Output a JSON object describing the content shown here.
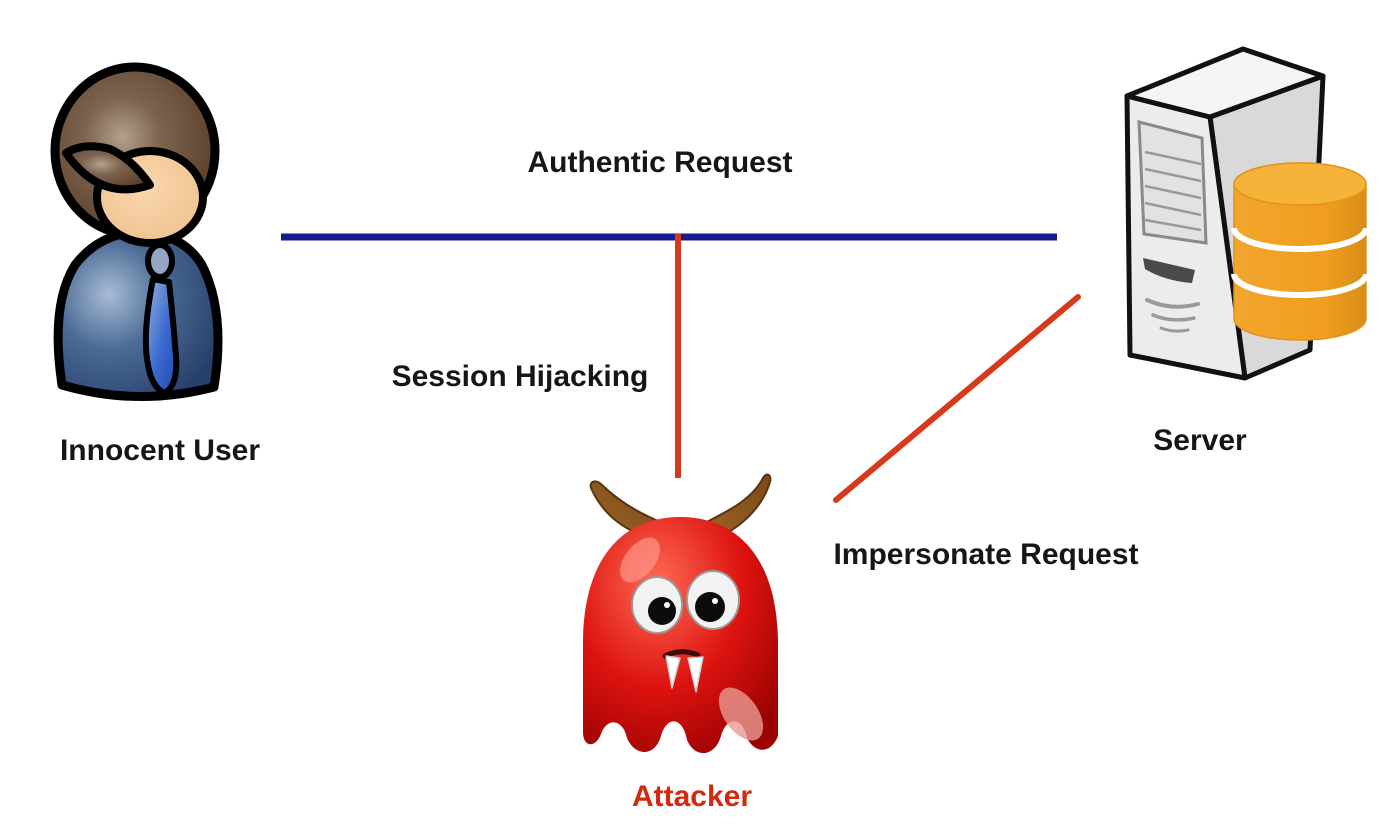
{
  "diagram": {
    "nodes": {
      "innocent_user": {
        "label": "Innocent User",
        "icon": "business-user-icon"
      },
      "server": {
        "label": "Server",
        "icon": "server-database-icon"
      },
      "attacker": {
        "label": "Attacker",
        "icon": "devil-ghost-icon",
        "label_color": "#d3290f"
      }
    },
    "edges": {
      "authentic_request": {
        "label": "Authentic Request",
        "from": "Innocent User",
        "to": "Server",
        "color": "#1a1a8f",
        "style": "solid"
      },
      "session_hijacking": {
        "label": "Session Hijacking",
        "from": "Authentic Request line",
        "to": "Attacker",
        "color": "#d6391b",
        "style": "solid"
      },
      "impersonate_request": {
        "label": "Impersonate Request",
        "from": "Attacker",
        "to": "Server",
        "color": "#d6391b",
        "style": "solid"
      }
    },
    "colors": {
      "background": "#ffffff",
      "label_text": "#161616",
      "authentic_line": "#1a1a8f",
      "attack_line": "#d6391b",
      "attacker_label": "#d3290f",
      "database_orange": "#f09f22",
      "server_gray": "#ebebeb",
      "attacker_body_red": "#cc1010",
      "user_suit_navy": "#3c5a85"
    }
  }
}
